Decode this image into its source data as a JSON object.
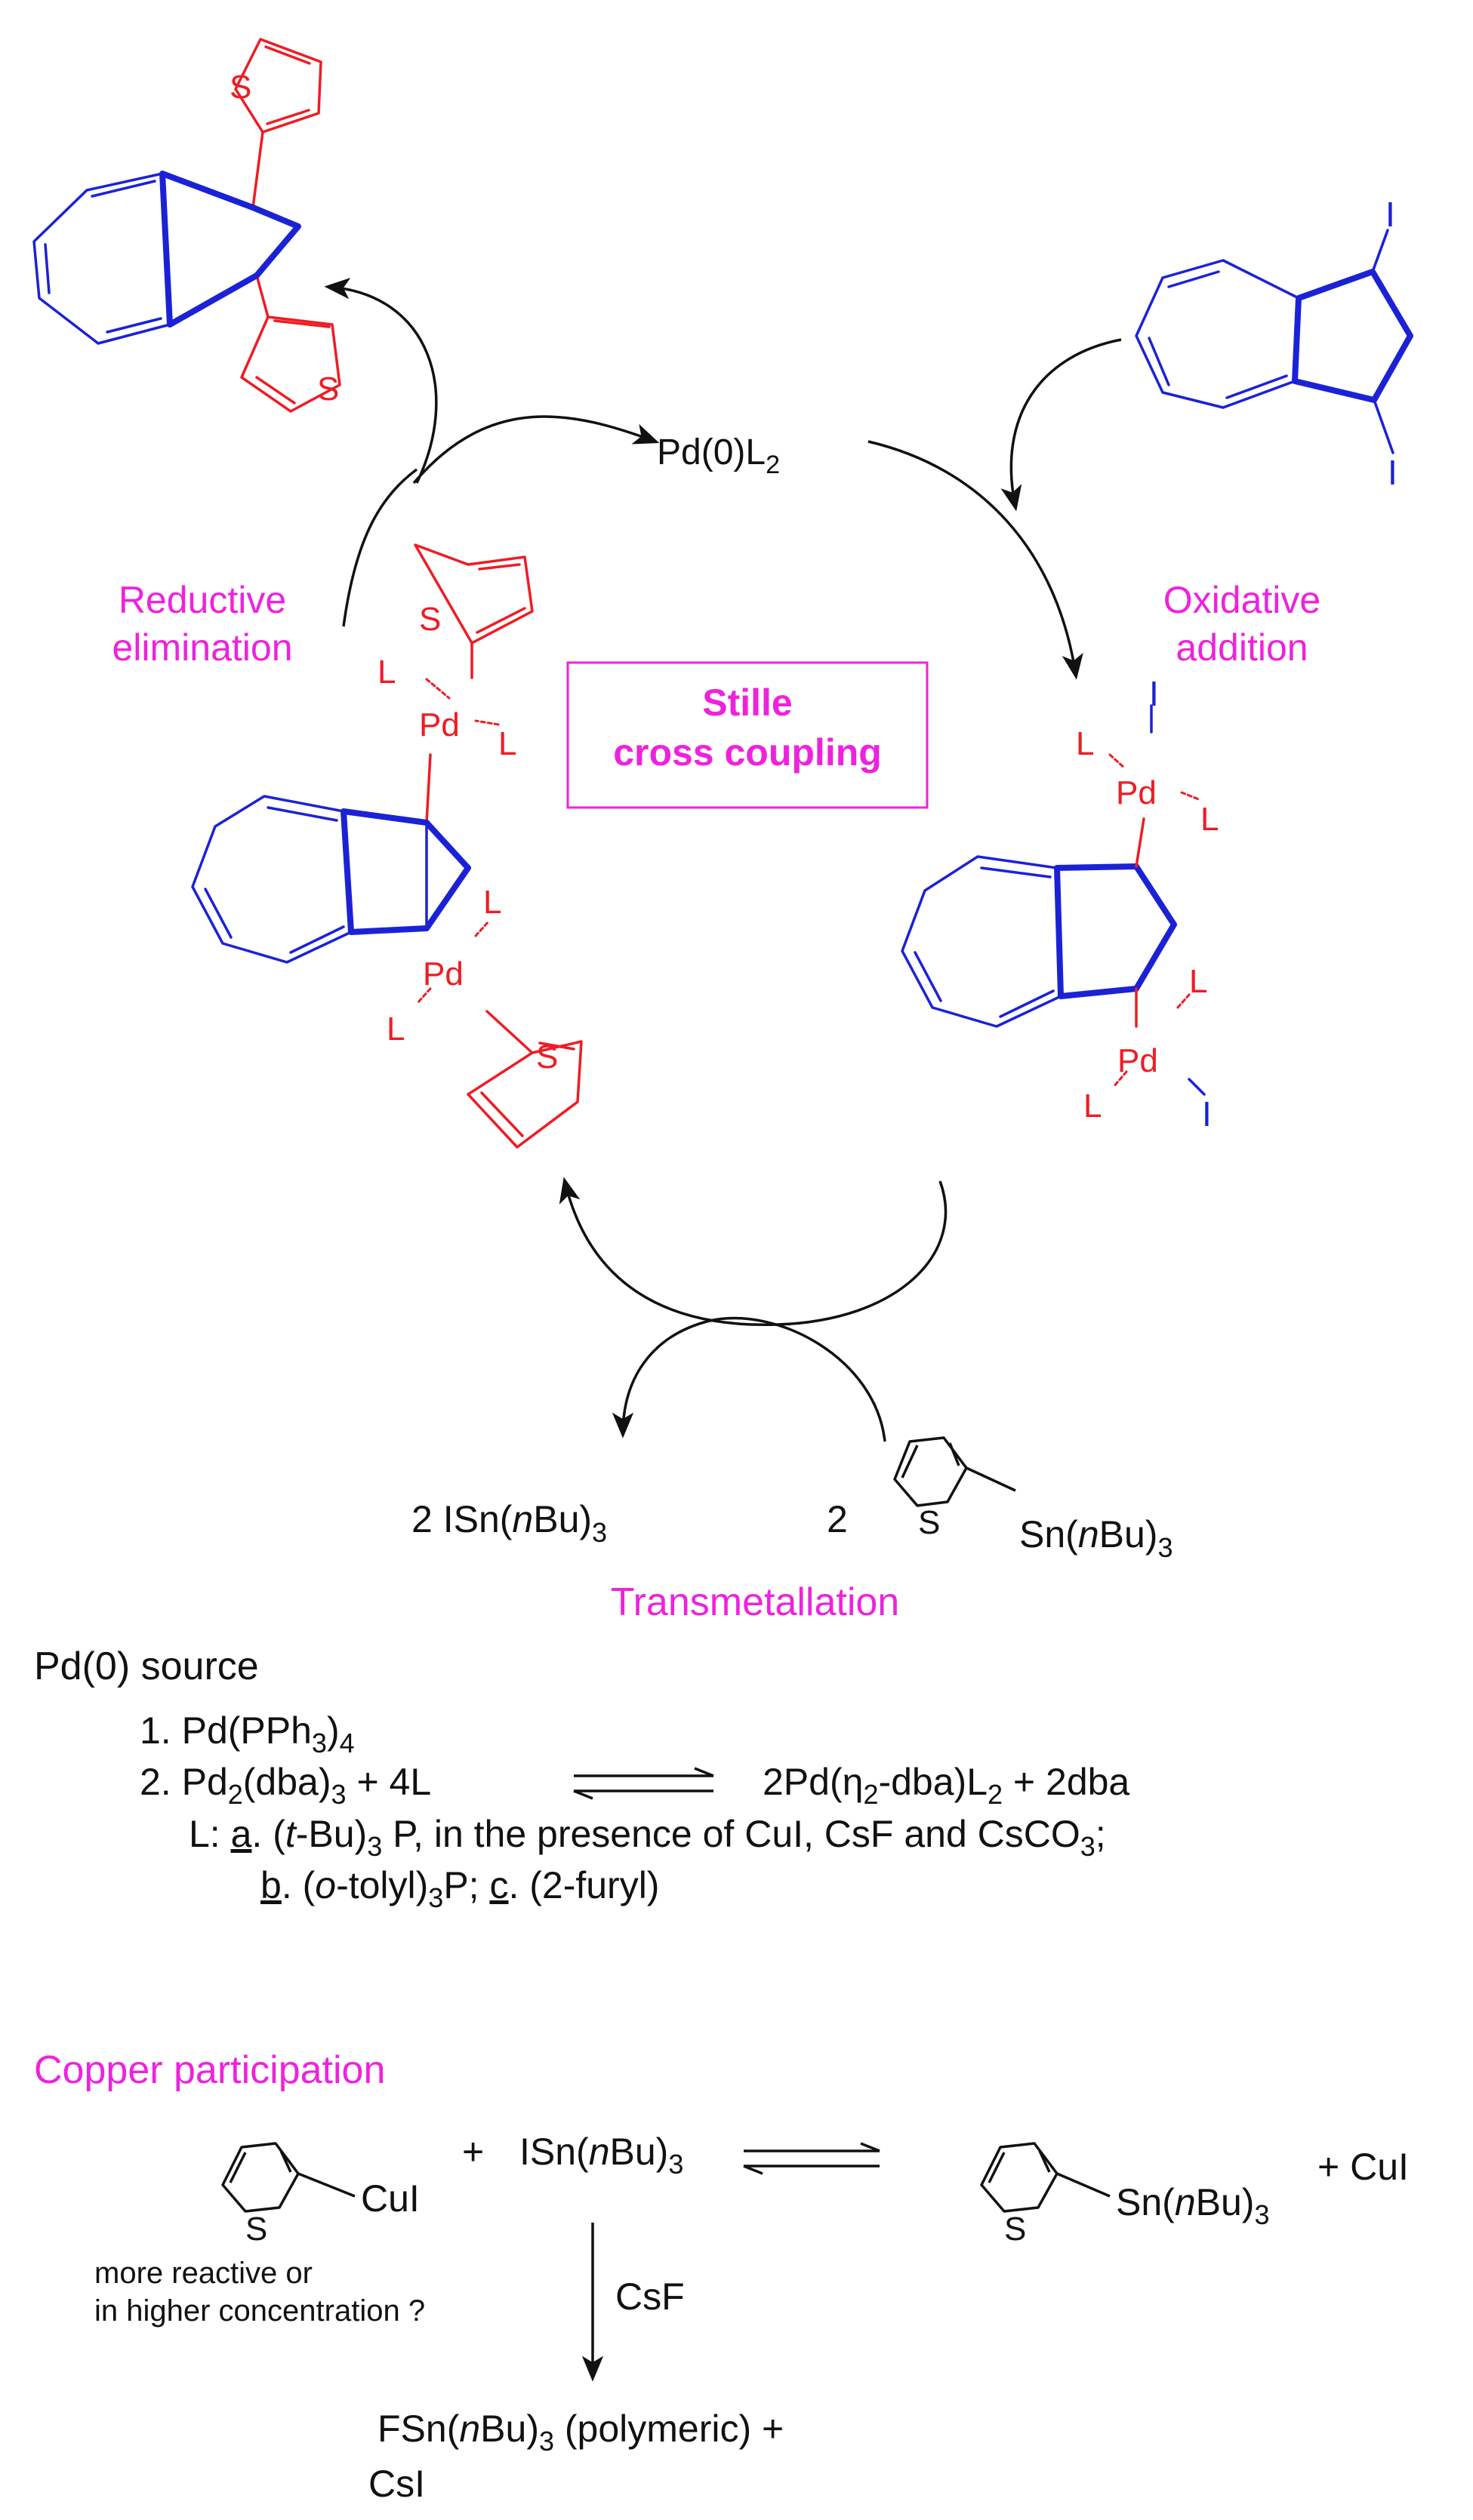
{
  "colors": {
    "azulene": "#1b22d6",
    "thiophene_pd": "#ee1c24",
    "highlight": "#ee22dd",
    "text": "#111111"
  },
  "cycle": {
    "catalyst": {
      "main": "Pd(0)L",
      "sub": "2"
    },
    "center_label": [
      "Stille",
      "cross coupling"
    ],
    "reductive_elimination": [
      "Reductive",
      "elimination"
    ],
    "oxidative_addition": [
      "Oxidative",
      "addition"
    ],
    "transmetallation": "Transmetallation"
  },
  "atoms": {
    "S": "S",
    "I": "I",
    "L": "L",
    "Pd": "Pd"
  },
  "byproduct": {
    "pre": "2 ISn(",
    "it": "n",
    "post": "Bu)",
    "sub": "3"
  },
  "stannane": {
    "coef": "2",
    "pre": "Sn(",
    "it": "n",
    "post": "Bu)",
    "sub": "3"
  },
  "pd_source": {
    "title": "Pd(0) source",
    "item1": {
      "pre": "1. Pd(PPh",
      "sub": "3",
      "post": ")",
      "sub2": "4"
    },
    "item2": {
      "pre": "2. Pd",
      "sub1": "2",
      "mid1": "(dba)",
      "sub2": "3",
      "mid2": " + 4L",
      "prod_pre": "2Pd(η",
      "prod_sub": "2",
      "prod_mid": "-dba)L",
      "prod_sub2": "2",
      "prod_post": " + 2dba"
    },
    "ligands": {
      "a_lead": "L: ",
      "a_key": "a",
      "a_pre": ". (",
      "a_it": "t",
      "a_post": "-Bu)",
      "a_sub": "3",
      "a_tail": " P, in the presence of CuI, CsF and CsCO",
      "a_sub2": "3",
      "a_end": ";",
      "b_key": "b",
      "b_pre": ". (",
      "b_it": "o",
      "b_post": "-tolyl)",
      "b_sub": "3",
      "b_tail": "P; ",
      "c_key": "c",
      "c_tail": ". (2-furyl)"
    }
  },
  "copper": {
    "title": "Copper participation",
    "cui_sub": "CuI",
    "plus": "+",
    "reagent": {
      "pre": "ISn(",
      "it": "n",
      "post": "Bu)",
      "sub": "3"
    },
    "product": {
      "pre": "Sn(",
      "it": "n",
      "post": "Bu)",
      "sub": "3"
    },
    "plus_cui": "+ CuI",
    "question": [
      "more reactive or",
      "in higher concentration ?"
    ],
    "reagent_csf": "CsF",
    "final": {
      "pre": "FSn(",
      "it": "n",
      "post": "Bu)",
      "sub": "3",
      "tail": " (polymeric) +",
      "line2": "CsI"
    }
  }
}
